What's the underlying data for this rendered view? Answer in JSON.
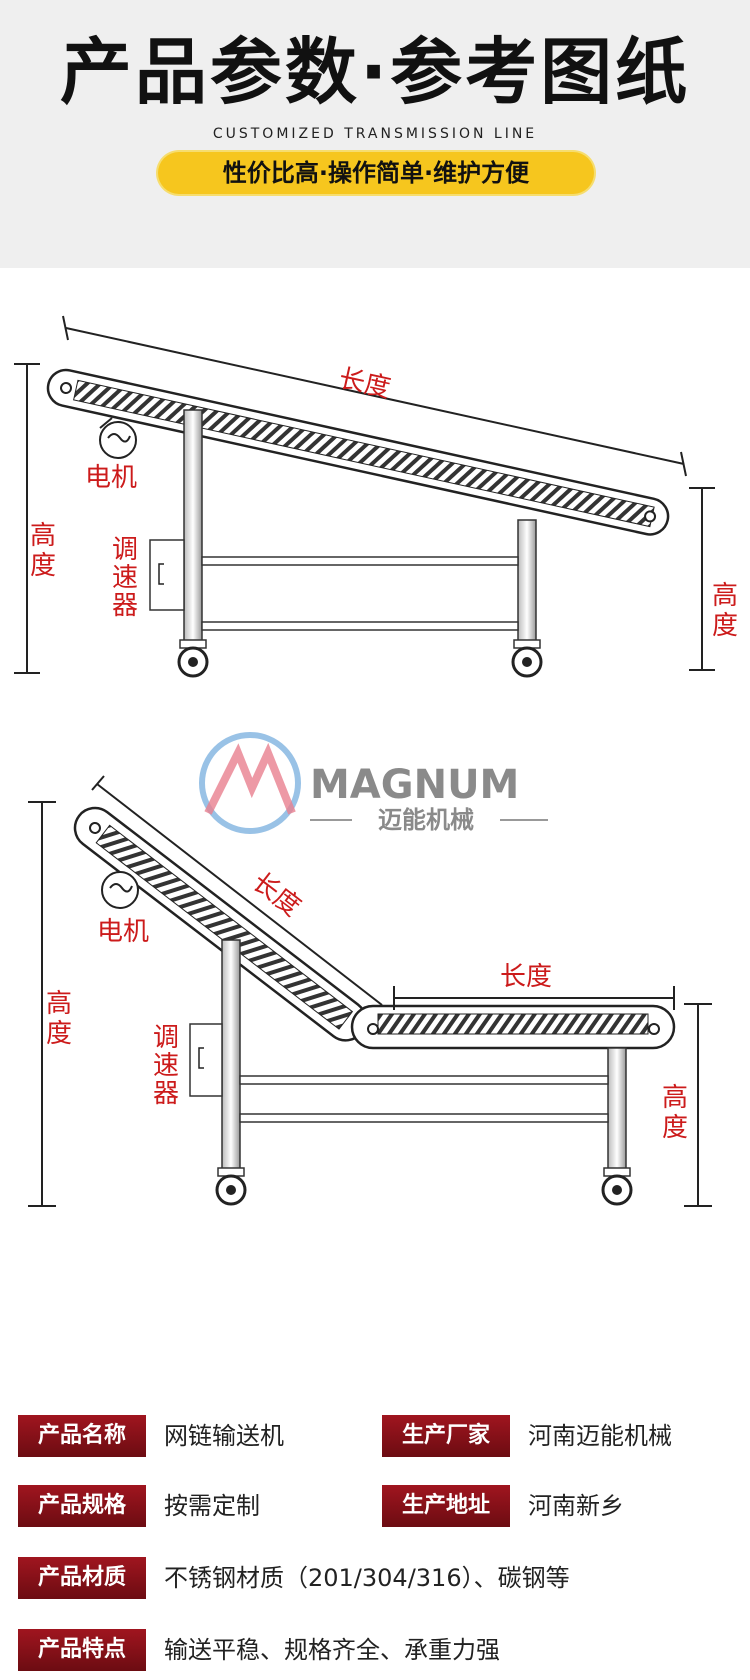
{
  "header": {
    "title": "产品参数·参考图纸",
    "subtitle_en": "CUSTOMIZED TRANSMISSION LINE",
    "tagline": "性价比高·操作简单·维护方便",
    "pill_color": "#f6c61e"
  },
  "diagram1": {
    "length_label": "长度",
    "motor_label": "电机",
    "height_left_label": "高度",
    "height_right_label": "高度",
    "speed_label": "调速器"
  },
  "brand": {
    "name": "MAGNUM",
    "name_cn": "迈能机械"
  },
  "diagram2": {
    "length_label_incline": "长度",
    "length_label_flat": "长度",
    "motor_label": "电机",
    "height_left_label": "高度",
    "height_right_label": "高度",
    "speed_label": "调速器"
  },
  "accent_red": "#cc1b1b",
  "specs": [
    {
      "label": "产品名称",
      "value": "网链输送机"
    },
    {
      "label": "生产厂家",
      "value": "河南迈能机械"
    },
    {
      "label": "产品规格",
      "value": "按需定制"
    },
    {
      "label": "生产地址",
      "value": "河南新乡"
    },
    {
      "label": "产品材质",
      "value": "不锈钢材质（201/304/316）、碳钢等"
    },
    {
      "label": "产品特点",
      "value": "输送平稳、规格齐全、承重力强"
    }
  ]
}
